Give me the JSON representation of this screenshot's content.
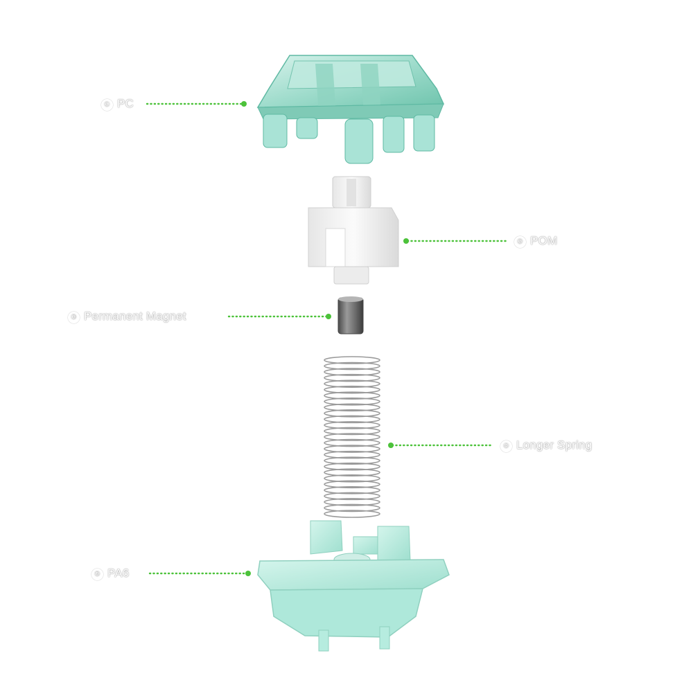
{
  "colors": {
    "leader": "#4cc23a",
    "housing_clear": "#a9e3d6",
    "housing_edge": "#5fb9a3",
    "stem": "#f1f1f1",
    "bottom": "#b6ecdf",
    "magnet": "#6f6f6f",
    "spring": "#9a9a9a"
  },
  "parts": [
    {
      "id": "top-housing",
      "number": "①",
      "label": "PC",
      "side": "left",
      "icon": "top-housing-icon"
    },
    {
      "id": "stem",
      "number": "②",
      "label": "POM",
      "side": "right",
      "icon": "stem-icon"
    },
    {
      "id": "magnet",
      "number": "③",
      "label": "Permanent Magnet",
      "side": "left",
      "icon": "magnet-icon"
    },
    {
      "id": "spring",
      "number": "④",
      "label": "Longer Spring",
      "side": "right",
      "icon": "spring-icon"
    },
    {
      "id": "bottom-housing",
      "number": "⑤",
      "label": "PA6",
      "side": "left",
      "icon": "bottom-housing-icon"
    }
  ]
}
